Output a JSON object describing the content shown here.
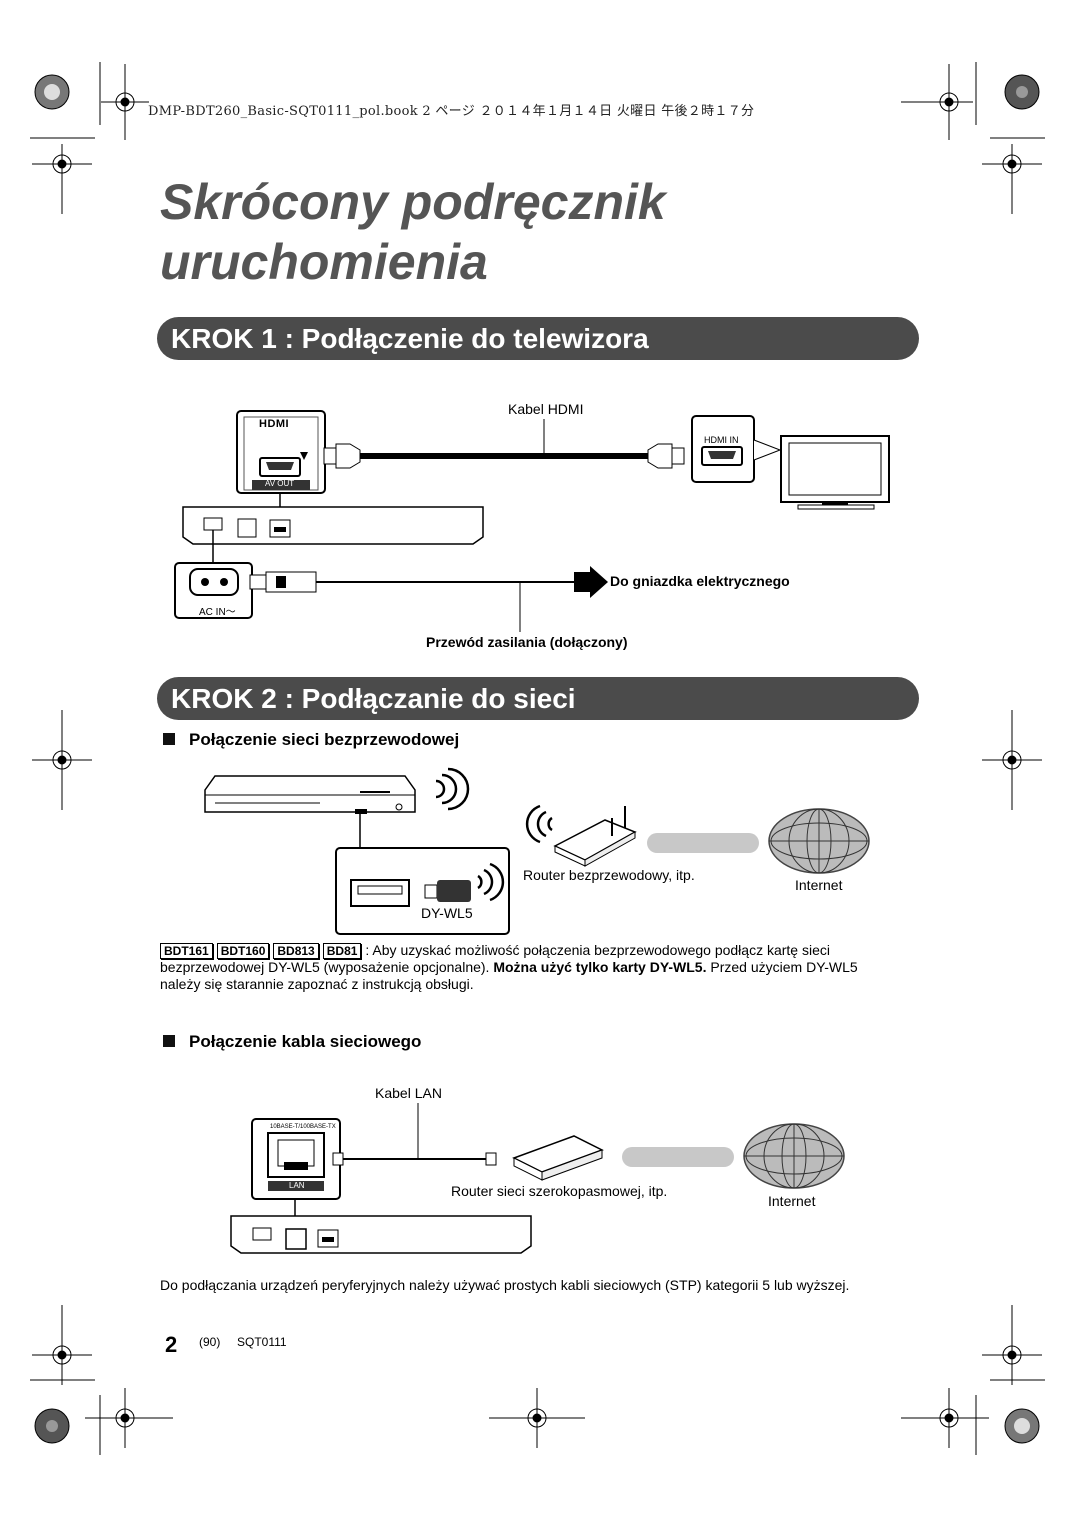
{
  "print_header": "DMP-BDT260_Basic-SQT0111_pol.book  2 ページ  ２０１４年１月１４日  火曜日  午後２時１７分",
  "title": {
    "line1": "Skrócony podręcznik",
    "line2": "uruchomienia"
  },
  "step1": {
    "heading": "KROK 1 : Podłączenie do telewizora",
    "hdmi_cable_label": "Kabel HDMI",
    "hdmi_logo": "HDMI",
    "av_out_label": "AV OUT",
    "hdmi_in_label": "HDMI IN",
    "ac_in_label": "AC IN〜",
    "outlet_label": "Do gniazdka elektrycznego",
    "power_cord_label": "Przewód zasilania (dołączony)"
  },
  "step2": {
    "heading": "KROK 2 : Podłączanie do sieci",
    "wireless": {
      "heading": "Połączenie sieci bezprzewodowej",
      "router_label": "Router bezprzewodowy, itp.",
      "internet_label": "Internet",
      "adapter_label": "DY-WL5",
      "model_tags": [
        "BDT161",
        "BDT160",
        "BD813",
        "BD81"
      ],
      "note_text": ": Aby uzyskać możliwość połączenia bezprzewodowego podłącz kartę sieci bezprzewodowej DY-WL5 (wyposażenie opcjonalne). ",
      "note_bold": "Można użyć tylko karty DY-WL5.",
      "note_end": " Przed użyciem DY-WL5 należy się starannie zapoznać z instrukcją obsługi."
    },
    "wired": {
      "heading": "Połączenie kabla sieciowego",
      "lan_cable_label": "Kabel LAN",
      "port_caption": "10BASE-T/100BASE-TX",
      "lan_label": "LAN",
      "router_label": "Router sieci szerokopasmowej, itp.",
      "internet_label": "Internet"
    }
  },
  "footer_note": "Do podłączania urządzeń peryferyjnych należy używać prostych kabli sieciowych (STP) kategorii 5 lub wyższej.",
  "page": {
    "number": "2",
    "sub": "(90)",
    "code": "SQT0111"
  }
}
